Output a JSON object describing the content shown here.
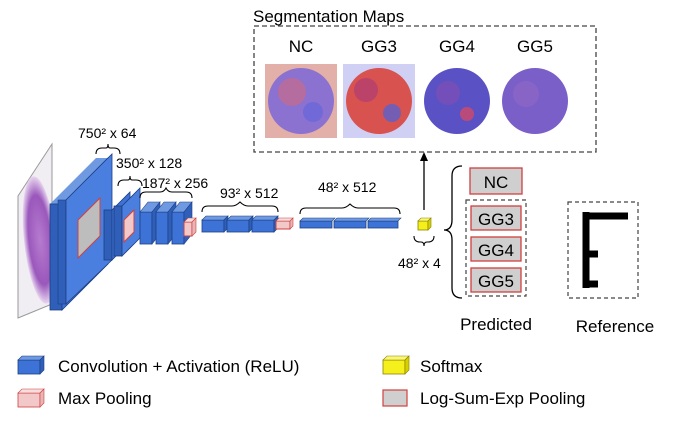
{
  "segmentation": {
    "title": "Segmentation Maps",
    "maps": [
      {
        "label": "NC",
        "tint": "#c94d4d"
      },
      {
        "label": "GG3",
        "tint": "#d94545"
      },
      {
        "label": "GG4",
        "tint": "#4d57c9"
      },
      {
        "label": "GG5",
        "tint": "#6a55c4"
      }
    ]
  },
  "network": {
    "dims": [
      "750² x 64",
      "350² x 128",
      "187² x 256",
      "93² x 512",
      "48² x 512",
      "48² x 4"
    ]
  },
  "predicted": {
    "label": "Predicted",
    "boxes": [
      "NC",
      "GG3",
      "GG4",
      "GG5"
    ]
  },
  "reference": {
    "label": "Reference"
  },
  "legend": [
    {
      "label": "Convolution + Activation (ReLU)",
      "kind": "conv"
    },
    {
      "label": "Max Pooling",
      "kind": "maxpool"
    },
    {
      "label": "Softmax",
      "kind": "softmax"
    },
    {
      "label": "Log-Sum-Exp Pooling",
      "kind": "lse"
    }
  ],
  "colors": {
    "conv": "#3d73d6",
    "maxpool": "#f2c8c8",
    "softmax": "#f5ef1c",
    "lse_fill": "#cfcfcf",
    "lse_border": "#d04040",
    "tissue": "#9b5ab8"
  }
}
